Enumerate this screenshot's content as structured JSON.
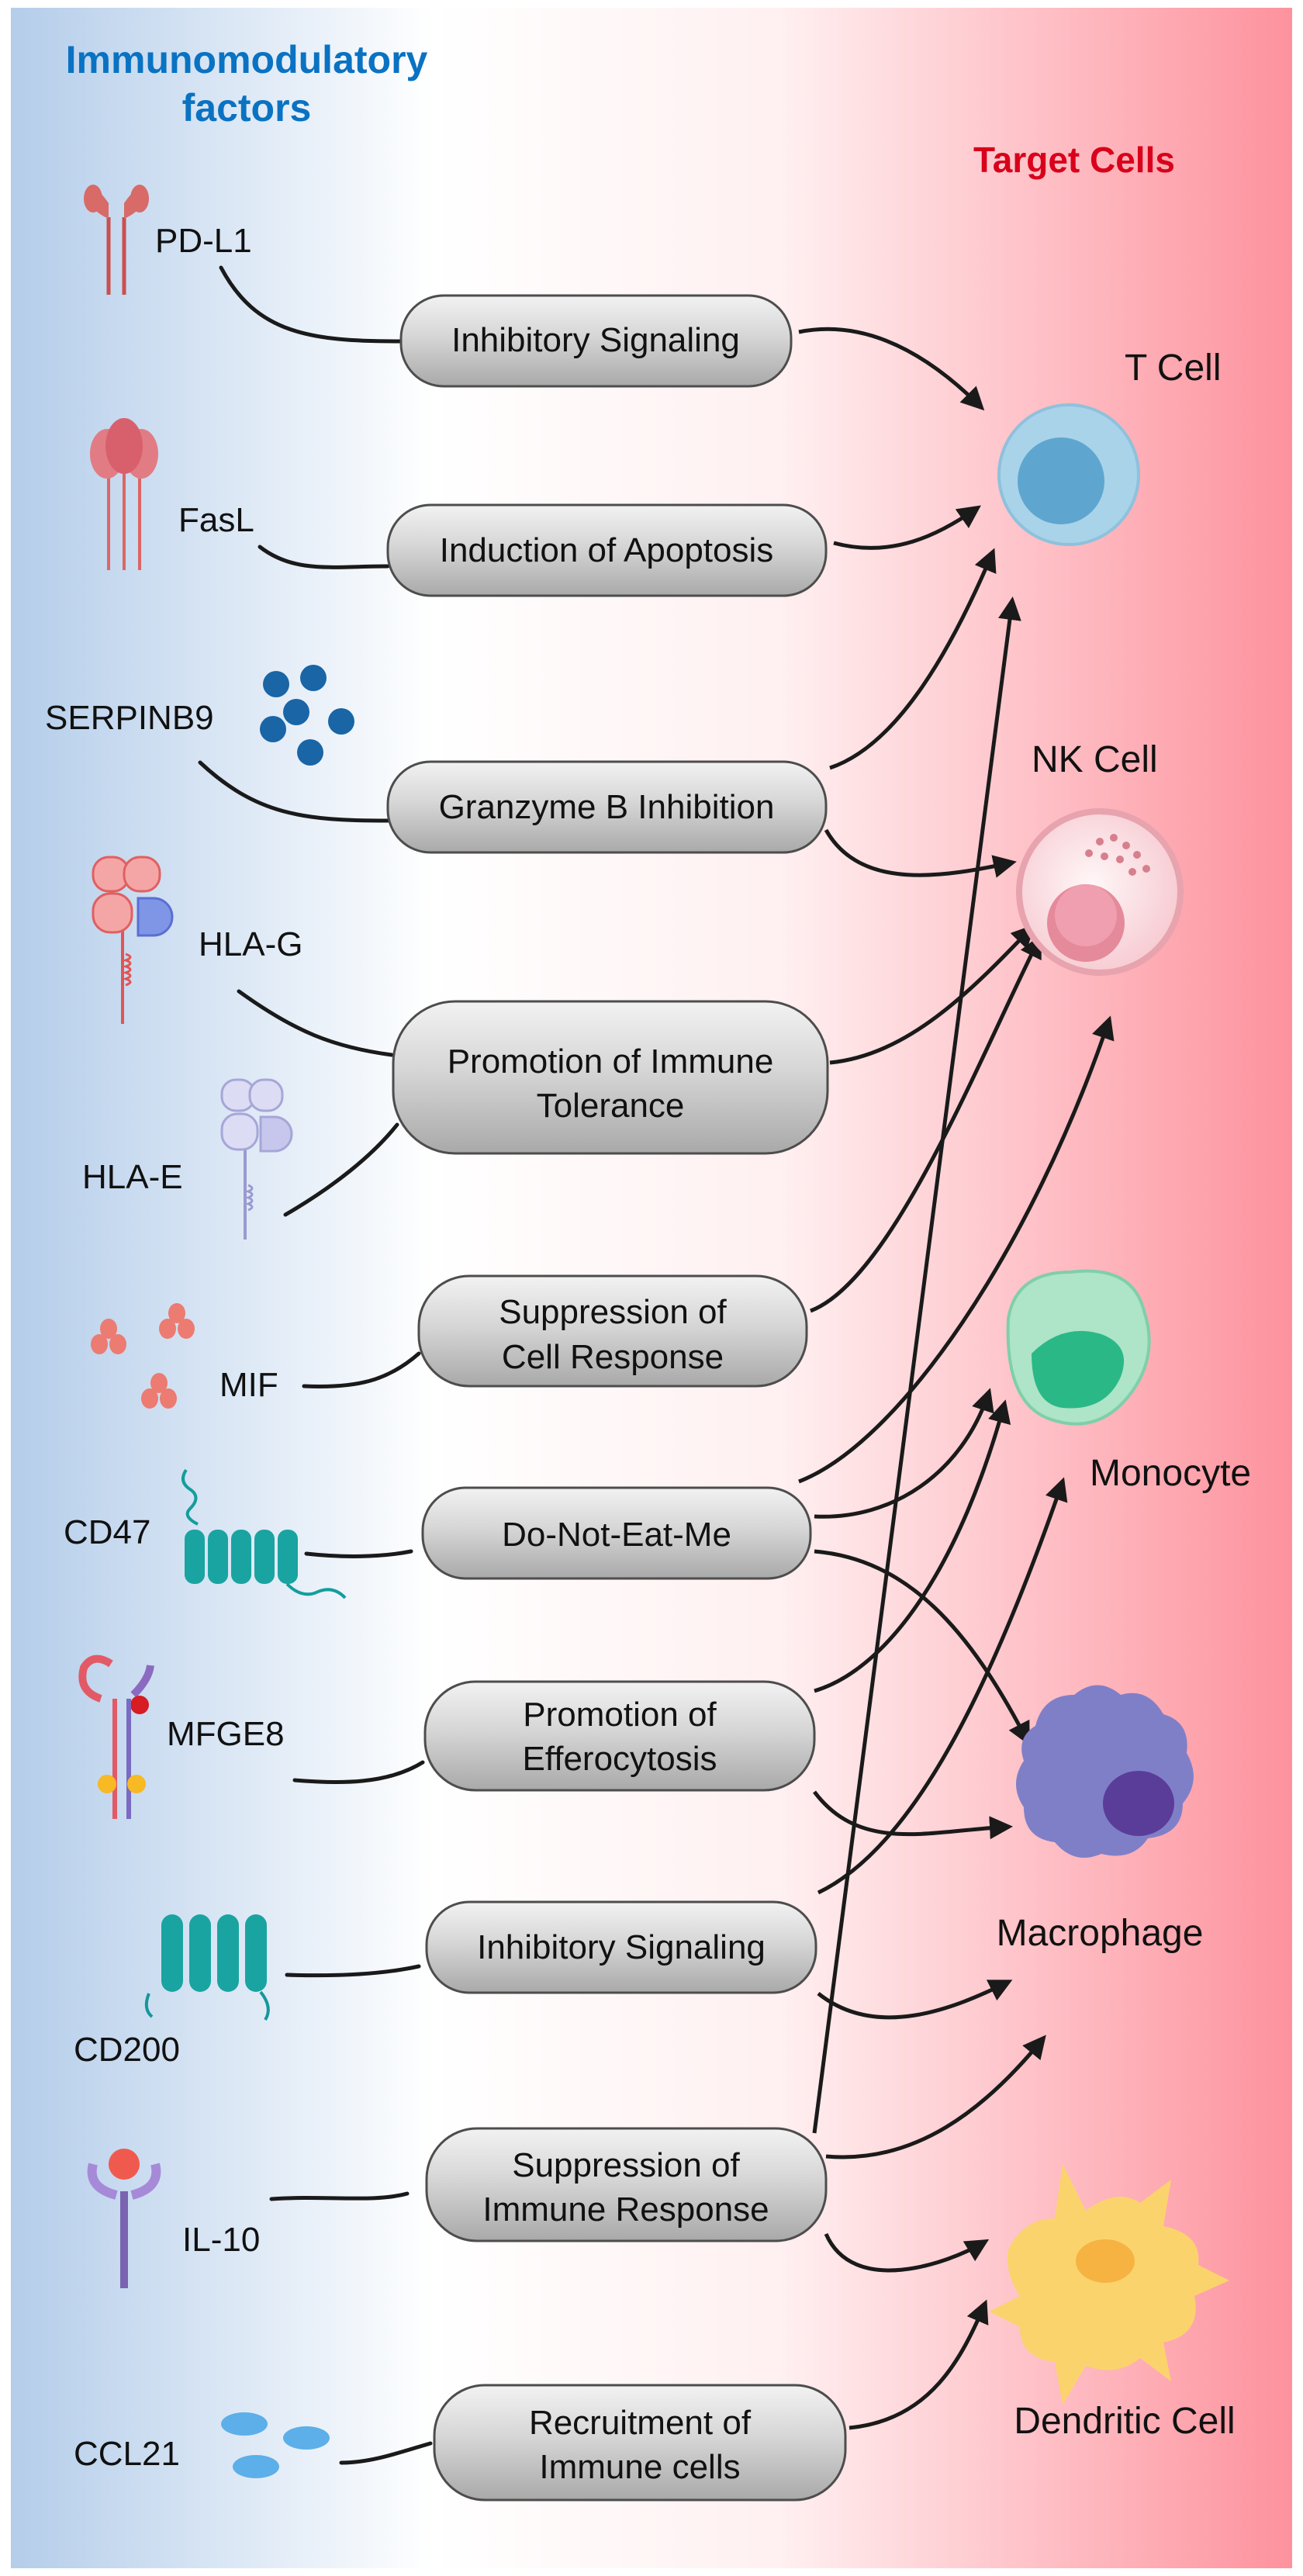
{
  "headers": {
    "left": [
      "Immunomodulatory",
      "factors"
    ],
    "right": "Target Cells"
  },
  "factors": [
    {
      "id": "pdl1",
      "label": "PD-L1"
    },
    {
      "id": "fasl",
      "label": "FasL"
    },
    {
      "id": "serpinb9",
      "label": "SERPINB9"
    },
    {
      "id": "hlag",
      "label": "HLA-G"
    },
    {
      "id": "hlae",
      "label": "HLA-E"
    },
    {
      "id": "mif",
      "label": "MIF"
    },
    {
      "id": "cd47",
      "label": "CD47"
    },
    {
      "id": "mfge8",
      "label": "MFGE8"
    },
    {
      "id": "cd200",
      "label": "CD200"
    },
    {
      "id": "il10",
      "label": "IL-10"
    },
    {
      "id": "ccl21",
      "label": "CCL21"
    }
  ],
  "mechanisms": [
    {
      "id": "m1",
      "lines": [
        "Inhibitory Signaling"
      ]
    },
    {
      "id": "m2",
      "lines": [
        "Induction of Apoptosis"
      ]
    },
    {
      "id": "m3",
      "lines": [
        "Granzyme B Inhibition"
      ]
    },
    {
      "id": "m4",
      "lines": [
        "Promotion of Immune",
        "Tolerance"
      ]
    },
    {
      "id": "m5",
      "lines": [
        "Suppression of",
        "Cell Response"
      ]
    },
    {
      "id": "m6",
      "lines": [
        "Do-Not-Eat-Me"
      ]
    },
    {
      "id": "m7",
      "lines": [
        "Promotion of",
        "Efferocytosis"
      ]
    },
    {
      "id": "m8",
      "lines": [
        "Inhibitory Signaling"
      ]
    },
    {
      "id": "m9",
      "lines": [
        "Suppression of",
        "Immune Response"
      ]
    },
    {
      "id": "m10",
      "lines": [
        "Recruitment of",
        "Immune cells"
      ]
    }
  ],
  "cells": [
    {
      "id": "tcell",
      "label": "T Cell"
    },
    {
      "id": "nkcell",
      "label": "NK Cell"
    },
    {
      "id": "monocyte",
      "label": "Monocyte"
    },
    {
      "id": "macrophage",
      "label": "Macrophage"
    },
    {
      "id": "dendritic",
      "label": "Dendritic Cell"
    }
  ],
  "colors": {
    "left_gradient": "#b9d2ec",
    "right_gradient": "#fd98a2",
    "pill_fill": "#d4d4d4",
    "line": "#1a1a1a"
  }
}
